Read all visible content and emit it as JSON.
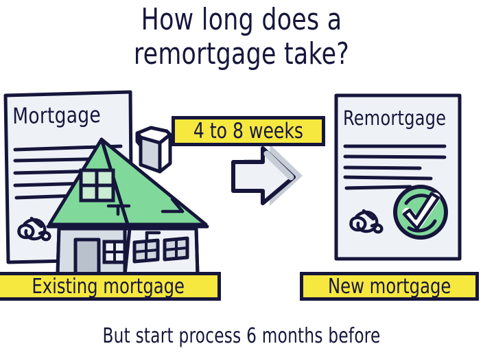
{
  "title": {
    "line1": "How long does a",
    "line2": "remortgage take?"
  },
  "footer": {
    "note": "But start process 6 months before"
  },
  "documents": {
    "left": {
      "title": "Mortgage",
      "line_count": 4,
      "has_signature": true
    },
    "right": {
      "title": "Remortgage",
      "line_count": 5,
      "has_signature": true,
      "badge": "check-approved"
    }
  },
  "banners": {
    "duration": "4 to 8 weeks",
    "existing": "Existing mortgage",
    "new": "New mortgage"
  },
  "illustration": {
    "house": "house-with-green-roof",
    "arrow": "right-arrow",
    "check_badge": "green-check-circle"
  },
  "colors": {
    "ink": "#16163c",
    "yellow": "#f7e83f",
    "green": "#80d99a",
    "green_light": "#c9ecd2",
    "paper": "#eef2f7",
    "grey": "#b9c2cc",
    "grey_light": "#cfd6de",
    "white": "#ffffff"
  }
}
